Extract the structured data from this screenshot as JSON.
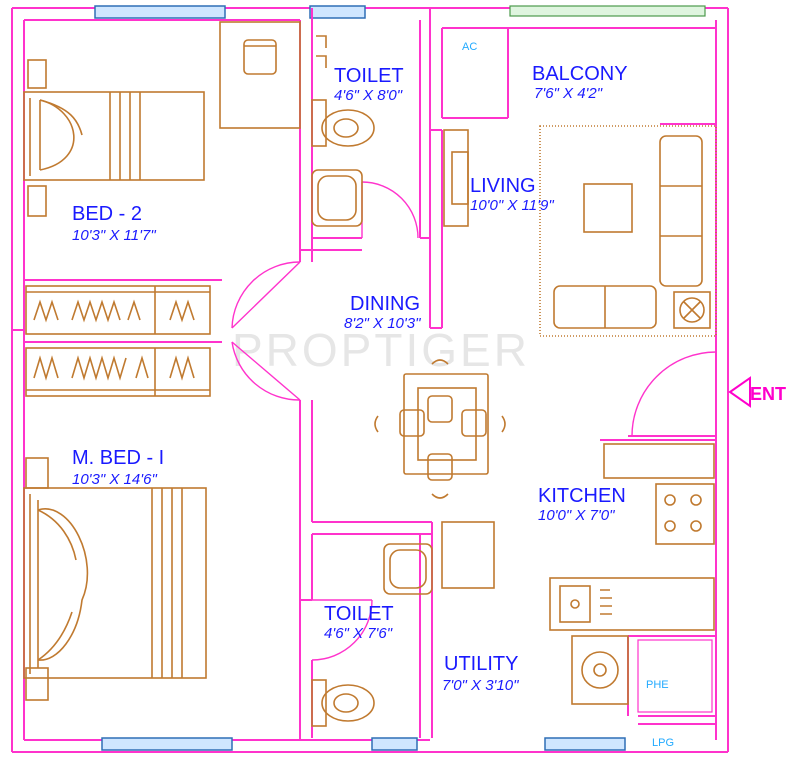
{
  "rooms": {
    "bed2": {
      "name": "BED - 2",
      "dims": "10'3\" X 11'7\""
    },
    "mbed1": {
      "name": "M. BED - I",
      "dims": "10'3\" X 14'6\""
    },
    "toilet_top": {
      "name": "TOILET",
      "dims": "4'6\" X 8'0\""
    },
    "toilet_bottom": {
      "name": "TOILET",
      "dims": "4'6\" X 7'6\""
    },
    "balcony": {
      "name": "BALCONY",
      "dims": "7'6\" X 4'2\""
    },
    "living": {
      "name": "LIVING",
      "dims": "10'0\" X 11'9\""
    },
    "dining": {
      "name": "DINING",
      "dims": "8'2\" X 10'3\""
    },
    "kitchen": {
      "name": "KITCHEN",
      "dims": "10'0\" X 7'0\""
    },
    "utility": {
      "name": "UTILITY",
      "dims": "7'0\" X 3'10\""
    }
  },
  "tags": {
    "ac": "AC",
    "phe": "PHE",
    "lpg": "LPG",
    "entry": "ENT"
  },
  "watermark": "PROPTIGER",
  "colors": {
    "wall": "#ff33cc",
    "text": "#1a1aff",
    "furniture": "#c07a30",
    "window": "#2f6fb5"
  }
}
